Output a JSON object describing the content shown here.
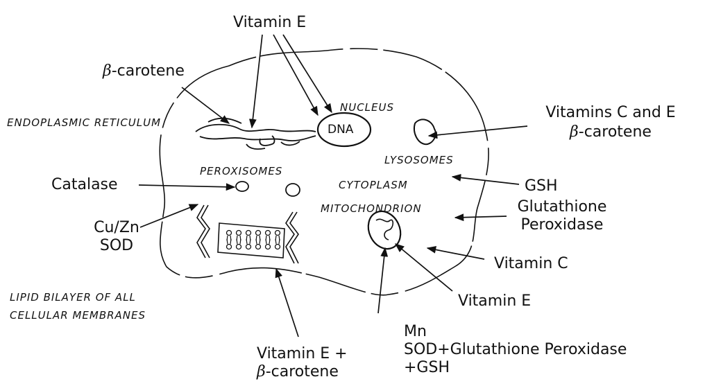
{
  "diagram": {
    "organelles": {
      "nucleus": "NUCLEUS",
      "dna": "DNA",
      "er": "ENDOPLASMIC RETICULUM",
      "lysosomes": "LYSOSOMES",
      "peroxisomes": "PEROXISOMES",
      "cytoplasm": "CYTOPLASM",
      "mitochondrion": "MITOCHONDRION",
      "membrane_line1": "LIPID BILAYER OF ALL",
      "membrane_line2": "CELLULAR MEMBRANES"
    },
    "antioxidants": {
      "vit_e_top": "Vitamin E",
      "beta_carotene_symbol": "β",
      "beta_carotene_suffix": "-carotene",
      "vit_ce_line1": "Vitamins C and E",
      "vit_ce_line2_symbol": "β",
      "vit_ce_line2_suffix": "-carotene",
      "catalase": "Catalase",
      "gsh": "GSH",
      "gpx_line1": "Glutathione",
      "gpx_line2": "Peroxidase",
      "cuzn_line1": "Cu/Zn",
      "cuzn_line2": "SOD",
      "vit_c": "Vitamin C",
      "vit_e_mito": "Vitamin E",
      "mn_line1": "Mn",
      "mn_line2": "SOD+Glutathione Peroxidase",
      "mn_line3": "+GSH",
      "vit_e_bottom_line1": "Vitamin E +",
      "vit_e_bottom_line2_symbol": "β",
      "vit_e_bottom_line2_suffix": "-carotene"
    }
  }
}
